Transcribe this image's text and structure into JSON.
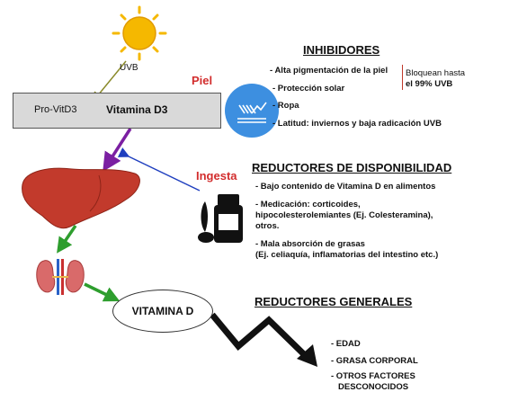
{
  "uvb_label": "UVB",
  "skin": {
    "label": "Piel",
    "provit": "Pro-VitD3",
    "vitd3": "Vitamina D3"
  },
  "ingesta_label": "Ingesta",
  "vitamin_d": "VITAMINA D",
  "inhibitors": {
    "title": "INHIBIDORES",
    "items": [
      "- Alta pigmentación de la piel",
      "- Protección solar",
      "- Ropa",
      "- Latitud: inviernos  y baja radicación UVB"
    ],
    "note_line1": "Bloquean hasta",
    "note_line2": "el 99% UVB"
  },
  "availability": {
    "title": "REDUCTORES DE DISPONIBILIDAD",
    "items": [
      [
        "- Bajo contenido de Vitamina D en alimentos"
      ],
      [
        "- Medicación: corticoides,",
        "hipocolesterolemiantes (Ej. Colesteramina),",
        "otros."
      ],
      [
        "- Mala absorción de grasas",
        "(Ej. celiaquía, inflamatorias del intestino etc.)"
      ]
    ]
  },
  "general": {
    "title": "REDUCTORES GENERALES",
    "items": [
      [
        "- EDAD"
      ],
      [
        "- GRASA CORPORAL"
      ],
      [
        "- OTROS FACTORES",
        "DESCONOCIDOS"
      ]
    ]
  },
  "icons": [
    "sun-icon",
    "skin-uv-icon",
    "liver-icon",
    "kidney-icon",
    "food-supplement-icon",
    "downward-trend-arrow-icon"
  ],
  "colors": {
    "purple_arrow": "#7b1fa2",
    "green_arrow": "#2e9e2e",
    "blue_arrow": "#1f3fbf",
    "red_label": "#d22d2d",
    "sun": "#f5b800"
  }
}
